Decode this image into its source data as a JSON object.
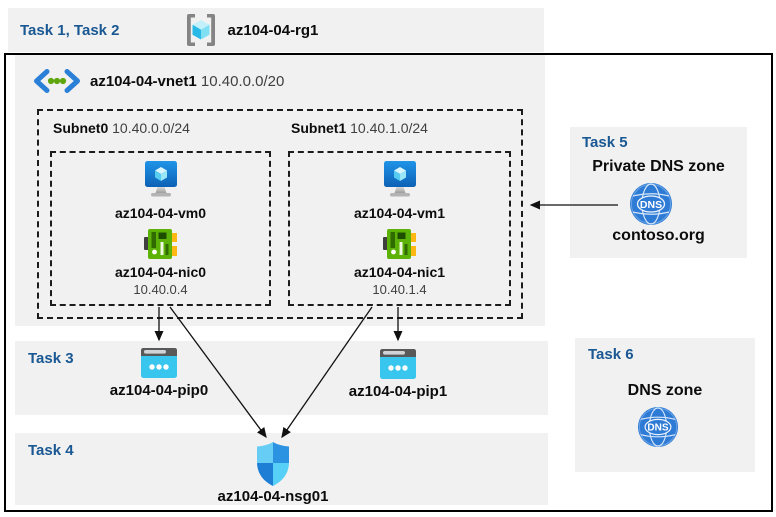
{
  "tasks_band": {
    "label": "Task 1, Task 2"
  },
  "resource_group": {
    "name": "az104-04-rg1"
  },
  "vnet": {
    "name": "az104-04-vnet1",
    "cidr": "10.40.0.0/20"
  },
  "subnets": [
    {
      "name": "Subnet0",
      "cidr": "10.40.0.0/24",
      "vm_name": "az104-04-vm0",
      "nic_name": "az104-04-nic0",
      "nic_ip": "10.40.0.4"
    },
    {
      "name": "Subnet1",
      "cidr": "10.40.1.0/24",
      "vm_name": "az104-04-vm1",
      "nic_name": "az104-04-nic1",
      "nic_ip": "10.40.1.4"
    }
  ],
  "task3": {
    "label": "Task 3",
    "pip0_name": "az104-04-pip0",
    "pip1_name": "az104-04-pip1"
  },
  "task4": {
    "label": "Task 4",
    "nsg_name": "az104-04-nsg01"
  },
  "task5": {
    "label": "Task 5",
    "title": "Private DNS zone",
    "zone_name": "contoso.org",
    "icon_label": "DNS"
  },
  "task6": {
    "label": "Task 6",
    "title": "DNS zone",
    "icon_label": "DNS"
  },
  "colors": {
    "band_bg": "#f1f1f1",
    "task_label_blue": "#1a5893",
    "diagram_black": "#111111",
    "cidr_gray": "#404040",
    "pip_cyan": "#38c6ef",
    "nic_green": "#5cb207",
    "vm_blue": "#1684d8",
    "dns_blue": "#2e7bd6",
    "shield_blue": "#2b93e2",
    "vnet_dot_green": "#5fa60e",
    "cube_cyan": "#29b9e7"
  }
}
